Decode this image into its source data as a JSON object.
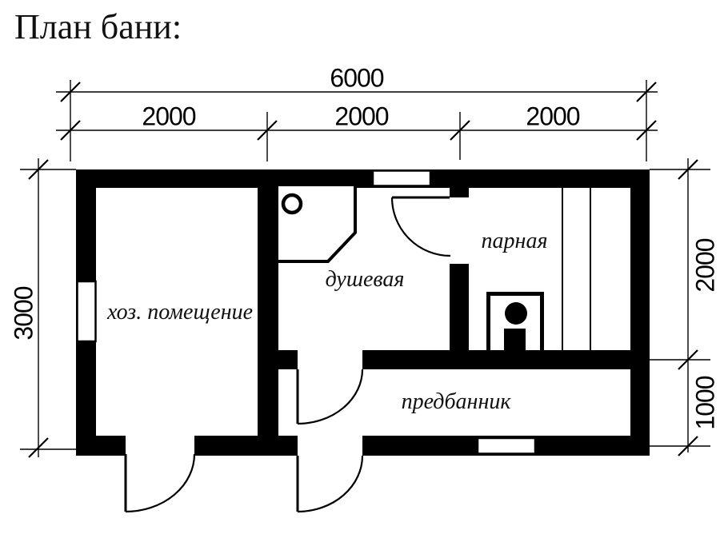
{
  "title": "План бани:",
  "dimensions": {
    "total_width": "6000",
    "width_segments": [
      "2000",
      "2000",
      "2000"
    ],
    "left_height": "3000",
    "right_upper": "2000",
    "right_lower": "1000"
  },
  "rooms": {
    "utility": "хоз. помещение",
    "shower": "душевая",
    "steam": "парная",
    "anteroom": "предбанник"
  },
  "icons": {
    "stove": "stove-icon",
    "drain": "shower-drain-icon",
    "benches": "bench-lines",
    "doors": "door-swing-arc"
  },
  "colors": {
    "ink": "#000000",
    "background": "#ffffff"
  }
}
